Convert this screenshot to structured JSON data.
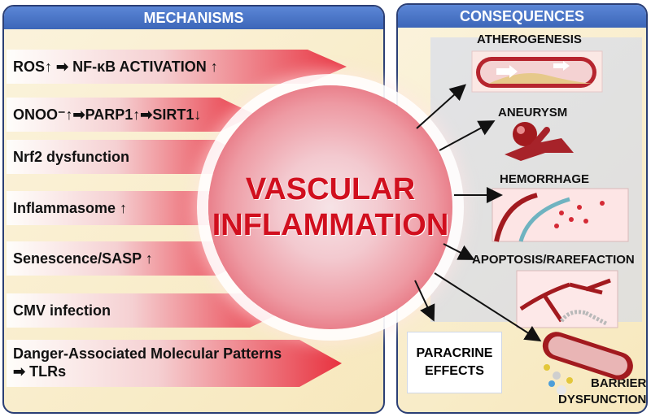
{
  "mechanisms": {
    "title": "MECHANISMS",
    "items": [
      {
        "label": "ROS↑ ➡ NF-κB ACTIVATION ↑"
      },
      {
        "label": "ONOO⁻↑➡PARP1↑➡SIRT1↓"
      },
      {
        "label": "Nrf2 dysfunction"
      },
      {
        "label": "Inflammasome ↑"
      },
      {
        "label": "Senescence/SASP ↑"
      },
      {
        "label": "CMV infection"
      },
      {
        "label": "Danger-Associated Molecular Patterns",
        "label2": "➡ TLRs"
      }
    ]
  },
  "center": {
    "line1": "VASCULAR",
    "line2": "INFLAMMATION"
  },
  "consequences": {
    "title": "CONSEQUENCES",
    "items": [
      {
        "label": "ATHEROGENESIS"
      },
      {
        "label": "ANEURYSM"
      },
      {
        "label": "HEMORRHAGE"
      },
      {
        "label": "APOPTOSIS/RAREFACTION"
      },
      {
        "label": "PARACRINE",
        "label2": "EFFECTS"
      },
      {
        "label": "BARRIER",
        "label2": "DYSFUNCTION"
      }
    ]
  },
  "colors": {
    "header": "#3c66b8",
    "border": "#2b3f75",
    "arrow": "#e8323f",
    "panel": "#f7e8bd",
    "center_text": "#d10f1e"
  }
}
